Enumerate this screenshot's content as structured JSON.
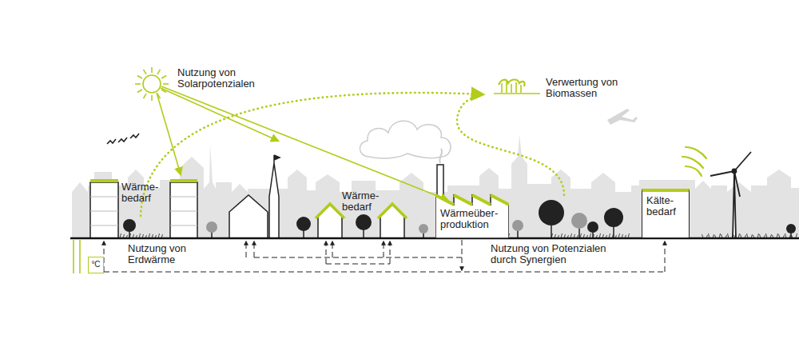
{
  "diagram": {
    "nodes": [
      {
        "text": [
          "Kälte- bedarf"
        ]
      },
      {
        "text": [
          "Wärmeüber- produktion"
        ]
      },
      {
        "text": [
          "°C"
        ]
      }
    ],
    "labels": [
      "Nutzung von Solarpotenzialen",
      "Verwertung von Biomassen",
      "Wärme- bedarf",
      "Wärme- bedarf",
      "Nutzung von Erdwärme",
      "Nutzung von Potenzialen durch Synergien"
    ]
  }
}
